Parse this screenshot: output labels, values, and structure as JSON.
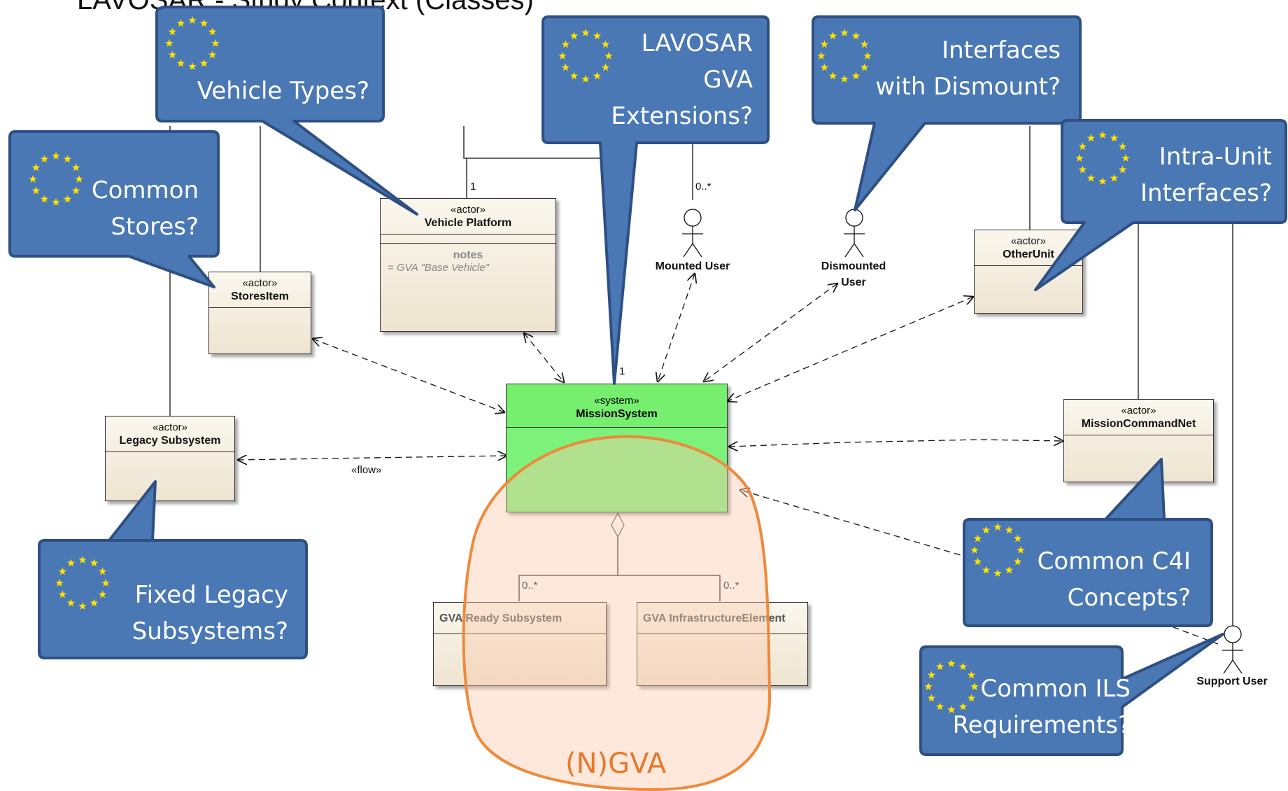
{
  "slide_title": "LAVOSAR - Study Context (Classes)",
  "colors": {
    "bubble_fill": "#4a78b5",
    "bubble_stroke": "#2f4f83",
    "star": "#ffe000",
    "system_green": "#7cf27a",
    "ngva_orange": "#e8782a"
  },
  "callouts": [
    {
      "id": "vehicle-types",
      "lines": [
        "Vehicle Types?"
      ]
    },
    {
      "id": "lavosar-gva",
      "lines": [
        "LAVOSAR",
        "GVA",
        "Extensions?"
      ]
    },
    {
      "id": "dismount",
      "lines": [
        "Interfaces",
        "with Dismount?"
      ]
    },
    {
      "id": "intra-unit",
      "lines": [
        "Intra-Unit",
        "Interfaces?"
      ]
    },
    {
      "id": "common-stores",
      "lines": [
        "Common",
        "Stores?"
      ]
    },
    {
      "id": "fixed-legacy",
      "lines": [
        "Fixed Legacy",
        "Subsystems?"
      ]
    },
    {
      "id": "common-c4i",
      "lines": [
        "Common C4I",
        "Concepts?"
      ]
    },
    {
      "id": "common-ils",
      "lines": [
        "Common ILS",
        "Requirements?"
      ]
    }
  ],
  "classes": {
    "vehicle_platform": {
      "stereotype": "«actor»",
      "name": "Vehicle Platform",
      "notes_header": "notes",
      "notes_body": "= GVA \"Base Vehicle\""
    },
    "stores_item": {
      "stereotype": "«actor»",
      "name": "StoresItem"
    },
    "legacy_subsystem": {
      "stereotype": "«actor»",
      "name": "Legacy Subsystem"
    },
    "other_unit": {
      "stereotype": "«actor»",
      "name": "OtherUnit"
    },
    "mission_command_net": {
      "stereotype": "«actor»",
      "name": "MissionCommandNet"
    },
    "mission_system": {
      "stereotype": "«system»",
      "name": "MissionSystem"
    },
    "gva_ready_subsystem": {
      "name": "GVA Ready Subsystem"
    },
    "gva_infrastructure_element": {
      "name": "GVA InfrastructureElement"
    }
  },
  "actors": {
    "mounted_user": "Mounted User",
    "dismounted_user_1": "Dismounted",
    "dismounted_user_2": "User",
    "support_user": "Support User"
  },
  "edge_labels": {
    "flow": "«flow»",
    "mult_1_platform": "1",
    "mult_1_system": "1",
    "mult_mounted": "0..*",
    "mult_ready": "0..*",
    "mult_infra": "0..*"
  },
  "ngva_label": "(N)GVA"
}
